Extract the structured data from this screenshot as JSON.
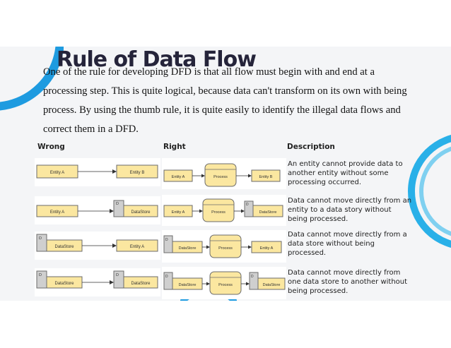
{
  "title": "Rule of Data Flow",
  "intro": "One of the rule for developing DFD is that all flow must begin with and end at a processing step. This is quite logical, because data can't transform on its own with being process. By using the thumb rule, it is quite easily to identify the illegal data flows and correct them in a DFD.",
  "table": {
    "headers": {
      "wrong": "Wrong",
      "right": "Right",
      "description": "Description"
    },
    "rows": [
      {
        "description": "An entity cannot provide data to another entity without some processing occurred.",
        "labels": {
          "a": "Entity A",
          "b": "Entity B",
          "ra": "Entity A",
          "rp": "Process",
          "rb": "Entity B"
        }
      },
      {
        "description": "Data cannot move directly from an entity to a data story without being processed.",
        "labels": {
          "a": "Entity A",
          "bd": "D",
          "b": "DataStore",
          "ra": "Entity A",
          "rp": "Process",
          "rbd": "D",
          "rb": "DataStore"
        }
      },
      {
        "description": "Data cannot move directly from a data store without being processed.",
        "labels": {
          "ad": "D",
          "a": "DataStore",
          "b": "Entity A",
          "rad": "D",
          "ra": "DataStore",
          "rp": "Process",
          "rb": "Entity A"
        }
      },
      {
        "description": "Data cannot move directly from one data store to another without being processed.",
        "labels": {
          "ad": "D",
          "a": "DataStore",
          "bd": "D",
          "b": "DataStore",
          "rad": "D",
          "ra": "DataStore",
          "rp": "Process",
          "rbd": "D",
          "rb": "DataStore"
        }
      }
    ]
  },
  "colors": {
    "accent_blue": "#1e9be0",
    "shape_fill": "#fbe7a0",
    "shape_stroke": "#6b6b6b",
    "store_tab": "#cfcfcf"
  }
}
